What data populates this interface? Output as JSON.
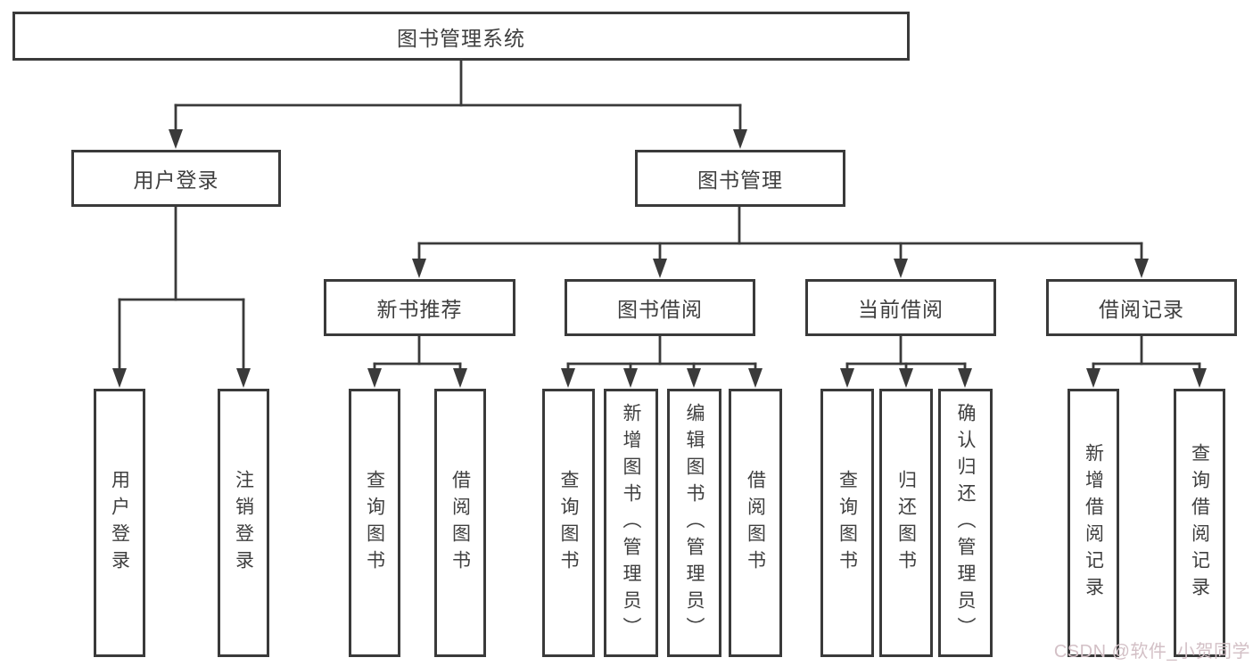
{
  "diagram": {
    "root": {
      "label": "图书管理系统"
    },
    "level1": {
      "user_login": "用户登录",
      "book_management": "图书管理"
    },
    "level2": {
      "new_books": "新书推荐",
      "book_borrow": "图书借阅",
      "current_borrow": "当前借阅",
      "borrow_records": "借阅记录"
    },
    "leaves": {
      "user_login": [
        "用户登录",
        "注销登录"
      ],
      "new_books": [
        "查询图书",
        "借阅图书"
      ],
      "book_borrow": [
        "查询图书",
        "新增图书（管理员）",
        "编辑图书（管理员）",
        "借阅图书"
      ],
      "current_borrow": [
        "查询图书",
        "归还图书",
        "确认归还（管理员）"
      ],
      "borrow_records": [
        "新增借阅记录",
        "查询借阅记录"
      ]
    },
    "colors": {
      "line": "#3a3a3a",
      "text": "#3f3f3f",
      "background": "#ffffff",
      "watermark": "#d3c0c6"
    },
    "watermark": {
      "text": "CSDN @软件_小贺同学"
    }
  }
}
